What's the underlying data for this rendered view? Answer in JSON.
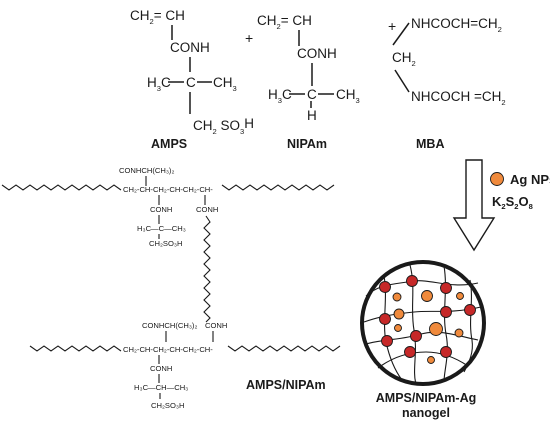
{
  "monomers": {
    "amps": {
      "name": "AMPS",
      "vinyl": "CH",
      "vinyl_sub": "2",
      "vinyl_eq": "= CH",
      "amide": "CONH",
      "methyl_left": "H",
      "methyl_left_sub": "3",
      "methyl_left_c": "C",
      "quat_c": "C",
      "methyl_right": "CH",
      "methyl_right_sub": "3",
      "sulfo_a": "CH",
      "sulfo_a_sub": "2",
      "sulfo_b": " SO",
      "sulfo_b_sub": "3",
      "sulfo_c": "H"
    },
    "nipam": {
      "name": "NIPAm",
      "vinyl": "CH",
      "vinyl_sub": "2",
      "vinyl_eq": "= CH",
      "amide": "CONH",
      "methyl_left": "H",
      "methyl_left_sub": "3",
      "methyl_left_c": "C",
      "ch_c": "C",
      "ch_h": "H",
      "methyl_right": "CH",
      "methyl_right_sub": "3"
    },
    "mba": {
      "name": "MBA",
      "top": "NHCOCH=CH",
      "top_sub": "2",
      "mid": "CH",
      "mid_sub": "2",
      "bottom": "NHCOCH =CH",
      "bottom_sub": "2"
    },
    "plus_1": "+",
    "plus_2": "+"
  },
  "polymer": {
    "upper": {
      "pendant_top": "CONHCH(CH₃)₂",
      "backbone": "CH₂-CH-CH₂-CH-CH₂-CH-",
      "amide_1": "CONH",
      "amide_2": "CONH",
      "quat": "H₃C—C—CH₃",
      "quat_sulfo": "CH₂SO₃H"
    },
    "lower": {
      "pendant_top": "CONHCH(CH₃)₂",
      "crosslink_amide": "CONH",
      "backbone": "CH₂-CH-CH₂-CH-CH₂-CH-",
      "amide": "CONH",
      "quat": "H₃C—CH—CH₃",
      "quat_sulfo": "CH₂SO₃H"
    },
    "label": "AMPS/NIPAm"
  },
  "reaction": {
    "particle_label": "Ag NPs",
    "initiator_main": "K",
    "initiator_s1": "2",
    "initiator_mid": "S",
    "initiator_s2": "2",
    "initiator_end": "O",
    "initiator_s3": "8"
  },
  "product": {
    "label_line1": "AMPS/NIPAm-Ag",
    "label_line2": "nanogel"
  },
  "colors": {
    "ag_np": "#f08a3c",
    "crosslink_node": "#c62828",
    "ink": "#1a1a1a"
  }
}
